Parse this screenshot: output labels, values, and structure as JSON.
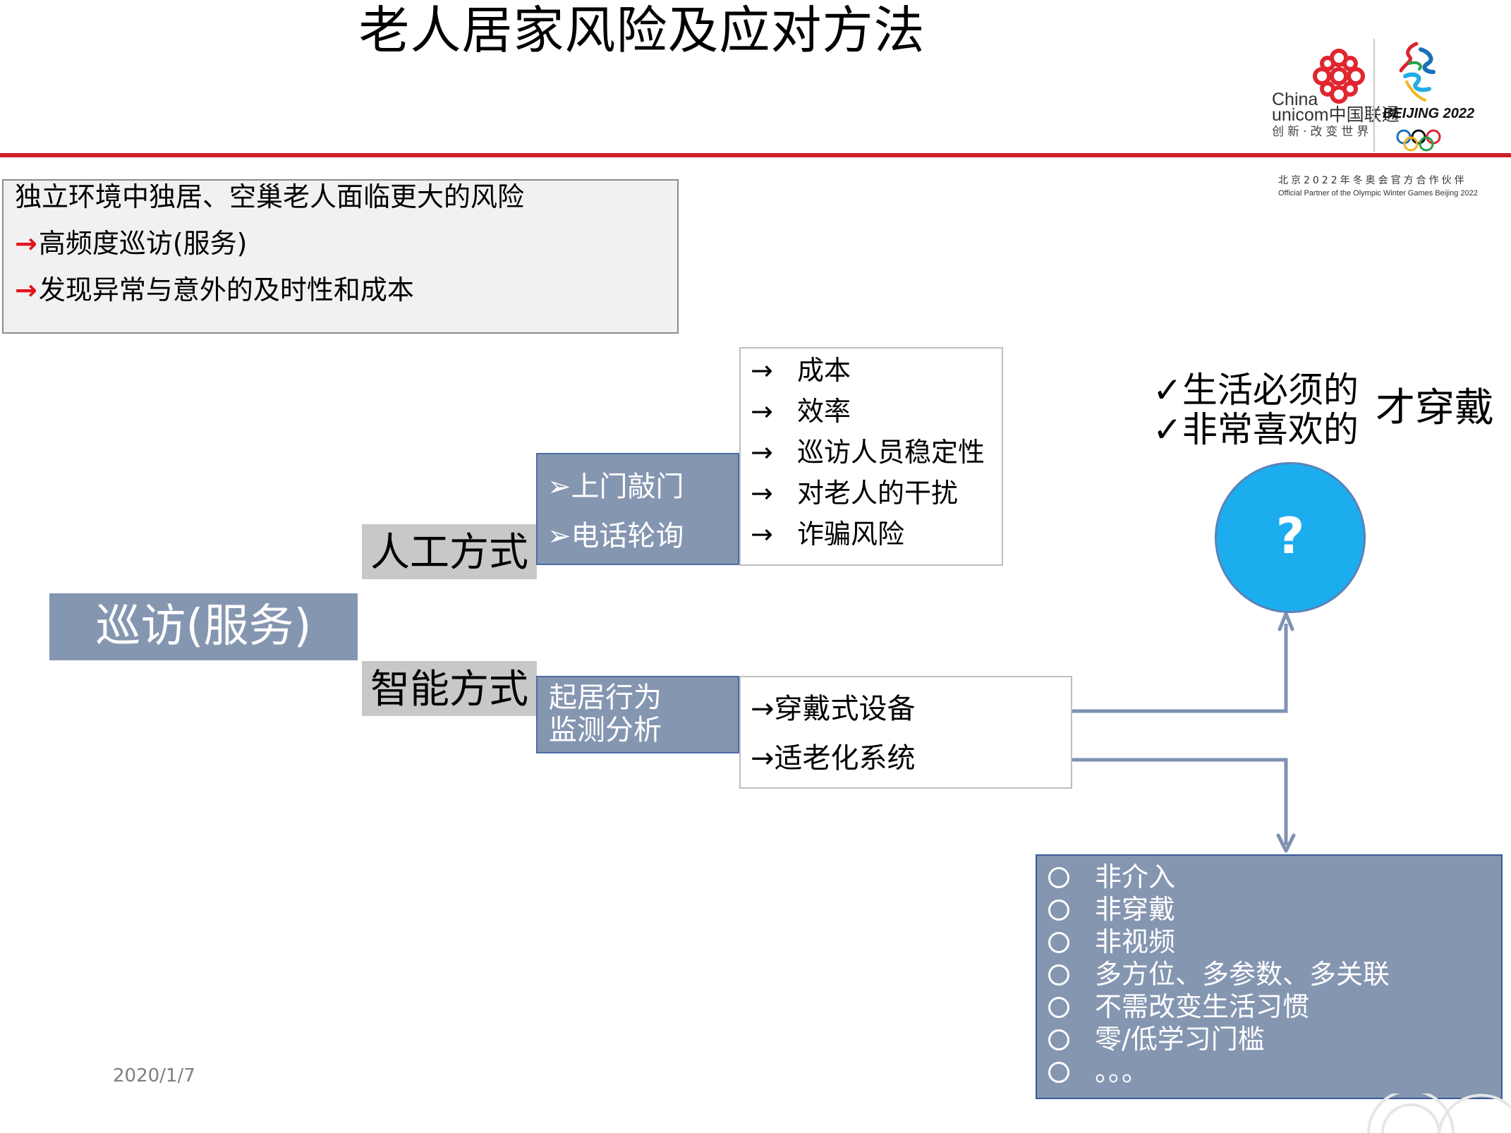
{
  "header": {
    "title": "老人居家风险及应对方法",
    "logo": {
      "line1": "China",
      "line2": "unicom中国联通",
      "slogan": "创新·改变世界",
      "beijing": "BEIJING 2022",
      "partner_cn": "北京2022年冬奥会官方合作伙伴",
      "partner_en": "Official Partner of the Olympic Winter Games Beijing 2022"
    }
  },
  "risk_box": {
    "line1": "独立环境中独居、空巢老人面临更大的风险",
    "arrow": "→",
    "line2": "高频度巡访(服务)",
    "line3": "发现异常与意外的及时性和成本"
  },
  "diagram": {
    "main": "巡访(服务)",
    "manual_label": "人工方式",
    "smart_label": "智能方式",
    "manual_methods": [
      "➢上门敲门",
      "➢电话轮询"
    ],
    "smart_method": [
      "起居行为",
      "监测分析"
    ],
    "issue_arrow": "→",
    "manual_issues": [
      "成本",
      "效率",
      "巡访人员稳定性",
      "对老人的干扰",
      "诈骗风险"
    ],
    "smart_options": [
      "→穿戴式设备",
      "→适老化系统"
    ],
    "wear_conditions": [
      "✓生活必须的",
      "✓非常喜欢的"
    ],
    "wear_result": "才穿戴",
    "question": "?",
    "features": [
      "非介入",
      "非穿戴",
      "非视频",
      "多方位、多参数、多关联",
      "不需改变生活习惯",
      "零/低学习门槛",
      "。。。"
    ]
  },
  "footer": {
    "date": "2020/1/7"
  },
  "colors": {
    "accent_red": "#d21d28",
    "box_blue": "#8596b1",
    "circle_blue": "#1cadee",
    "label_grey": "#c8c8c8",
    "arrow": "#7f92b3"
  }
}
